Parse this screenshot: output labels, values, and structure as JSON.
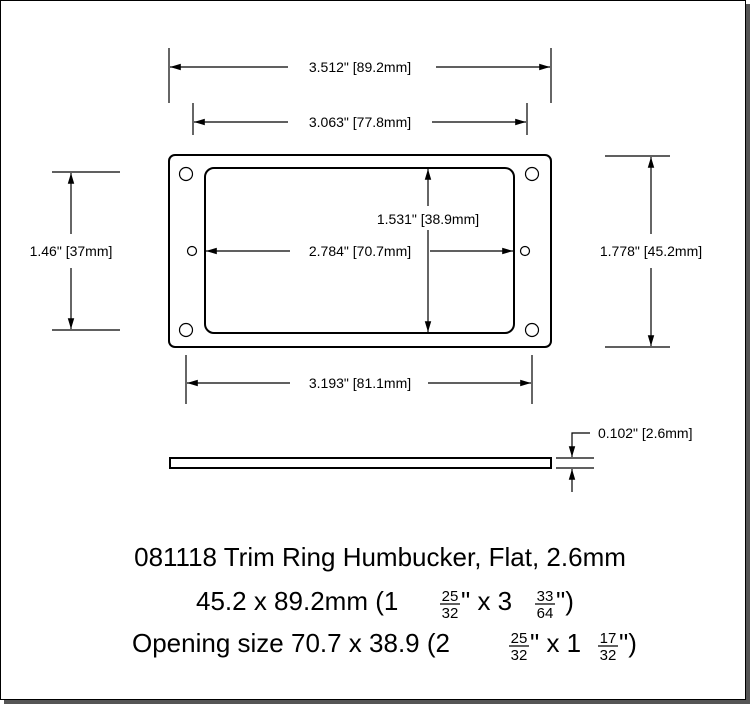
{
  "dimensions": {
    "outer_width": "3.512\" [89.2mm]",
    "opening_top_width": "3.063\" [77.8mm]",
    "opening_height": "1.531\" [38.9mm]",
    "opening_width": "2.784\" [70.7mm]",
    "hole_spacing": "3.193\" [81.1mm]",
    "left_height": "1.46\" [37mm]",
    "outer_height": "1.778\" [45.2mm]",
    "thickness": "0.102\" [2.6mm]"
  },
  "caption": {
    "line1": "081118 Trim Ring Humbucker, Flat, 2.6mm",
    "line2": {
      "pre": "45.2 x 89.2mm  (1",
      "f1_num": "25",
      "f1_den": "32",
      "mid": "\" x 3",
      "f2_num": "33",
      "f2_den": "64",
      "post": "\")"
    },
    "line3": {
      "pre": "Opening size 70.7 x 38.9 (2",
      "f1_num": "25",
      "f1_den": "32",
      "mid": "\" x 1",
      "f2_num": "17",
      "f2_den": "32",
      "post": "\")"
    }
  }
}
